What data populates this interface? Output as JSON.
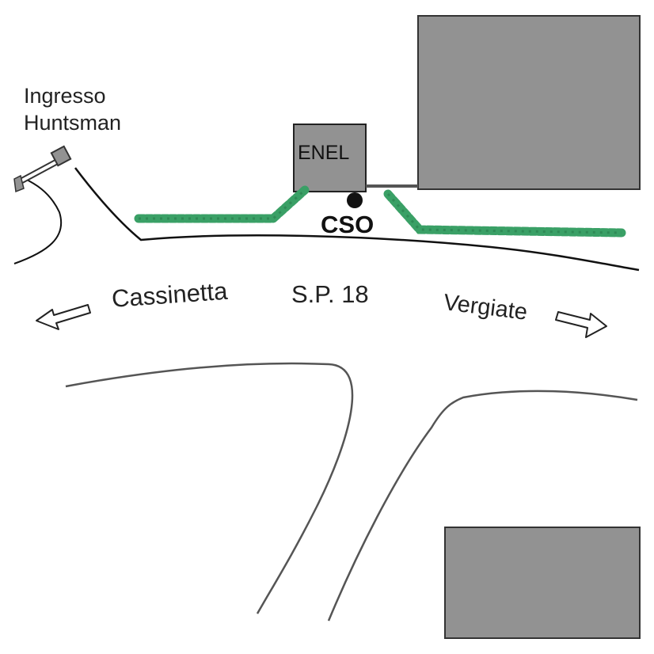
{
  "labels": {
    "entrance_line1": "Ingresso",
    "entrance_line2": "Huntsman",
    "enel": "ENEL",
    "cso": "CSO",
    "road": "S.P. 18",
    "west_direction": "Cassinetta",
    "east_direction": "Vergiate"
  },
  "colors": {
    "building_fill": "#929292",
    "outline": "#333333",
    "road_line": "#555555",
    "hedge": "#3aa066",
    "arrow_fill": "#ffffff"
  },
  "icons": {
    "entrance_gate": "gate-barrier-icon",
    "cso_point": "dot-marker-icon",
    "west_arrow": "arrow-left-icon",
    "east_arrow": "arrow-right-icon"
  }
}
